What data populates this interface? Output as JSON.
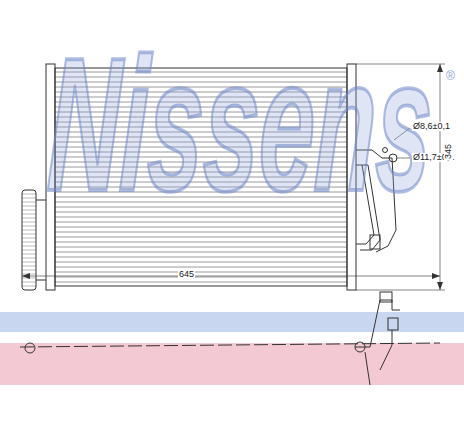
{
  "diagram": {
    "labels": [
      "Nissens",
      "®",
      "645",
      "Ø8,6±0,1",
      "Ø11,7±0,1",
      "345"
    ]
  }
}
